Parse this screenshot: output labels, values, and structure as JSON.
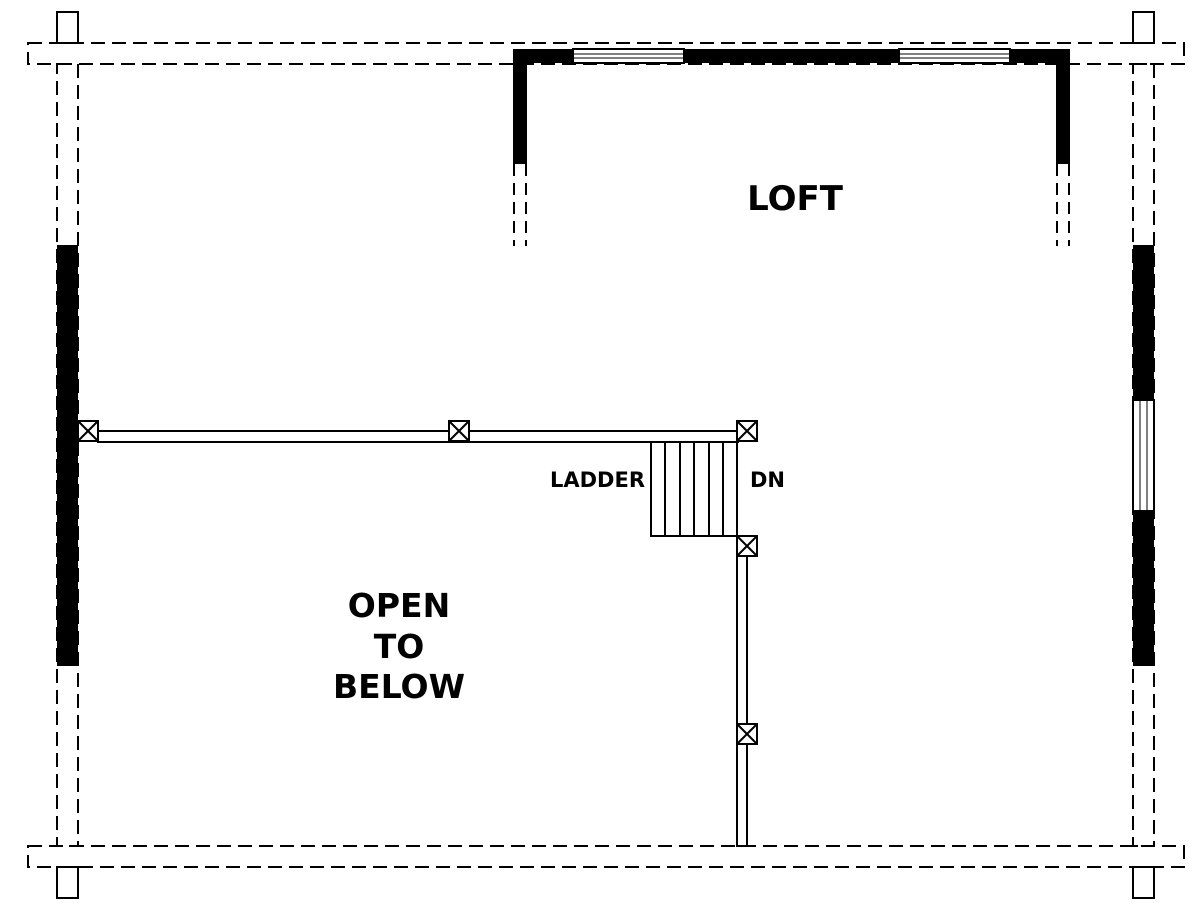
{
  "labels": {
    "loft": "LOFT",
    "open_line1": "OPEN",
    "open_line2": "TO",
    "open_line3": "BELOW",
    "ladder": "LADDER",
    "down": "DN"
  },
  "colors": {
    "background": "#ffffff",
    "ink": "#000000"
  }
}
